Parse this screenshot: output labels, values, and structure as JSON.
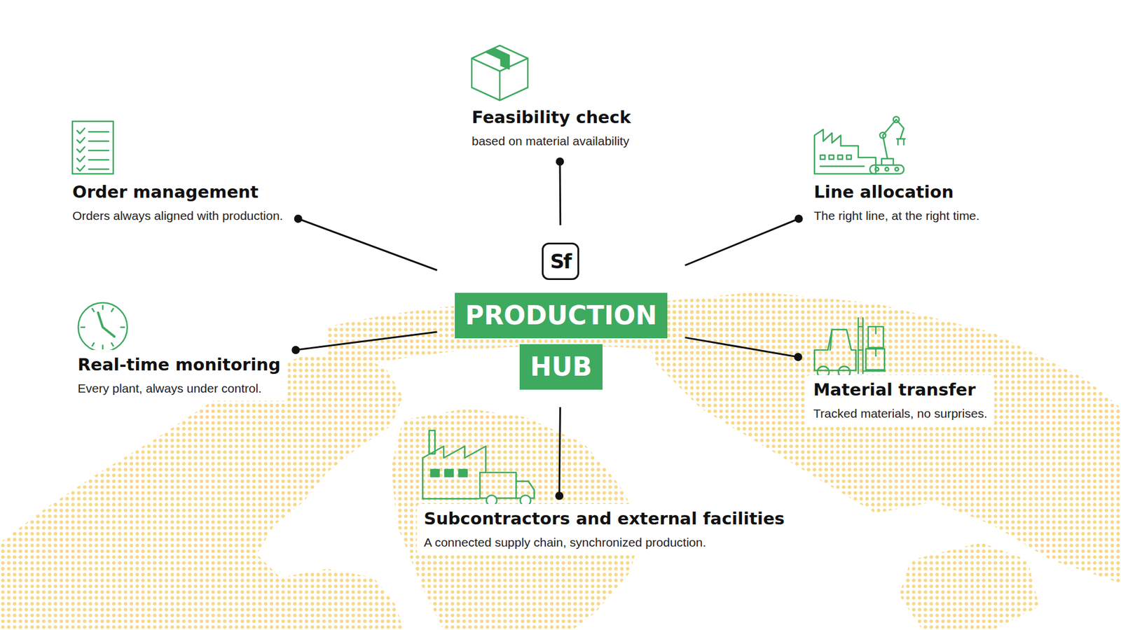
{
  "diagram": {
    "nodes": [
      {
        "text": [
          "Feasibility check",
          "based on material availability"
        ]
      },
      {
        "text": [
          "Order management",
          "Orders always aligned with production."
        ]
      },
      {
        "text": [
          "Line allocation",
          "The right line, at the right time."
        ]
      },
      {
        "text": [
          "PRODUCTION",
          "HUB"
        ]
      },
      {
        "text": [
          "Real-time monitoring",
          "Every plant, always under control."
        ]
      },
      {
        "text": [
          "Material transfer",
          "Tracked materials, no surprises."
        ]
      },
      {
        "text": [
          "Subcontractors and external facilities",
          "A connected supply chain, synchronized production."
        ]
      }
    ],
    "edges": [
      {
        "from": 3,
        "to": 0,
        "arrow": "none"
      },
      {
        "from": 3,
        "to": 1,
        "arrow": "none"
      },
      {
        "from": 3,
        "to": 2,
        "arrow": "none"
      },
      {
        "from": 3,
        "to": 4,
        "arrow": "none"
      },
      {
        "from": 3,
        "to": 5,
        "arrow": "none"
      },
      {
        "from": 3,
        "to": 6,
        "arrow": "none"
      }
    ],
    "labels": [
      "Sf"
    ]
  }
}
